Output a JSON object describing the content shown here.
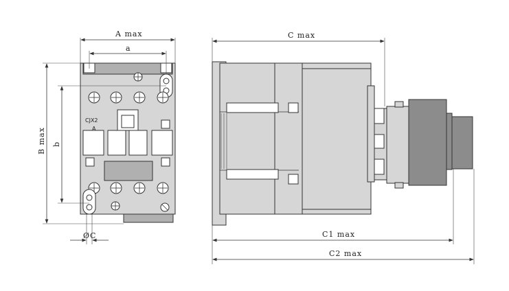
{
  "front_view": {
    "model_label": "CJX2",
    "sub_label": "A",
    "dim_a_max": "A max",
    "dim_a": "a",
    "dim_b_max": "B max",
    "dim_b": "b",
    "dim_phi_c": "ØC"
  },
  "side_view": {
    "dim_c_max": "C max",
    "dim_c1_max": "C1 max",
    "dim_c2_max": "C2 max"
  }
}
